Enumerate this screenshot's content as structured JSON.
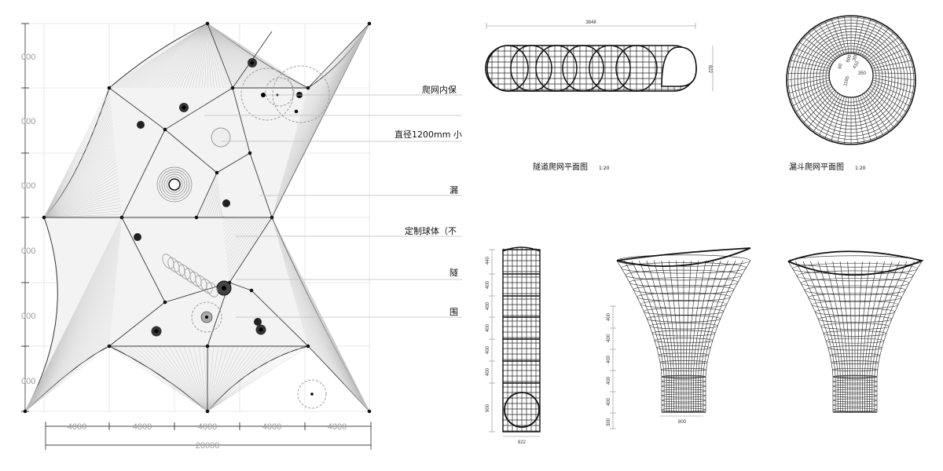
{
  "site_plan": {
    "left_dims": [
      "000",
      "000",
      "000",
      "000",
      "000",
      "000"
    ],
    "bottom_dims": [
      "4000",
      "4000",
      "4000",
      "4000",
      "4000"
    ],
    "total_dim": "20000"
  },
  "callouts": [
    "爬网内保",
    "",
    "直径1200mm 小",
    "漏",
    "定制球体（不",
    "隧",
    "围"
  ],
  "tunnel_plan": {
    "title": "隧道爬网平面图",
    "scale": "1:20",
    "length": "3848",
    "width": "822"
  },
  "funnel_plan": {
    "title": "漏斗爬网平面图",
    "scale": "1:20",
    "labels": [
      "1165",
      "60",
      "350",
      "410",
      "600",
      "300"
    ]
  },
  "tunnel_elevation": {
    "dims": [
      "440",
      "400",
      "400",
      "400",
      "400",
      "400",
      "900"
    ],
    "width": "822"
  },
  "funnel_elevation": {
    "dims": [
      "400",
      "400",
      "400",
      "400",
      "400",
      "300"
    ],
    "width": "800"
  }
}
